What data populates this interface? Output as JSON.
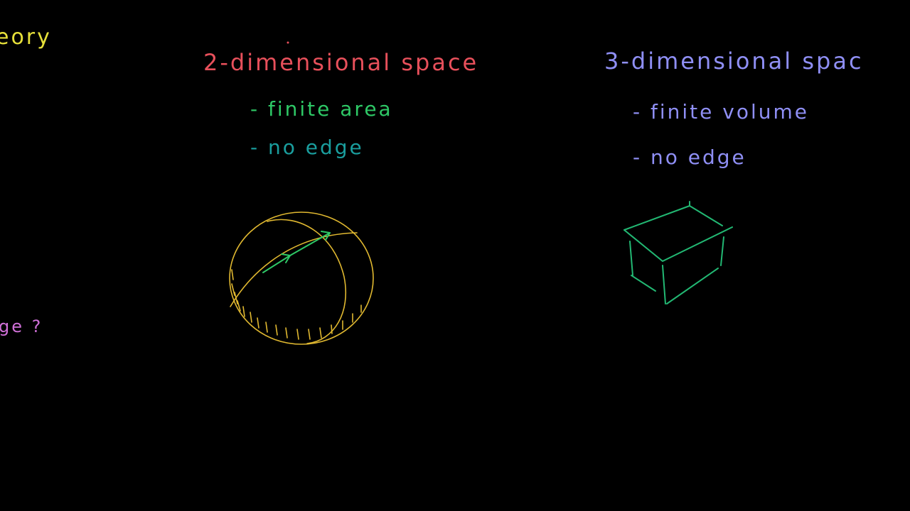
{
  "colors": {
    "background": "#000000",
    "title_2d": "#e8505b",
    "area_line": "#2ec866",
    "edge_line_2d": "#1a9e9e",
    "title_3d": "#8f8ff5",
    "partial_theory": "#e6e03a",
    "partial_edge_q": "#d070d8",
    "sphere": "#e0b830",
    "geodesic": "#2ec866",
    "box": "#22b873"
  },
  "left_partial": {
    "theory": "eory",
    "edge_question": "ge ?"
  },
  "two_d": {
    "title": "2-dimensional space",
    "finite_area": "- finite area",
    "no_edge": "- no edge",
    "drawing": "sphere-with-arrow-icon"
  },
  "three_d": {
    "title": "3-dimensional spac",
    "finite_volume": "- finite volume",
    "no_edge": "- no edge",
    "drawing": "box-icon"
  }
}
